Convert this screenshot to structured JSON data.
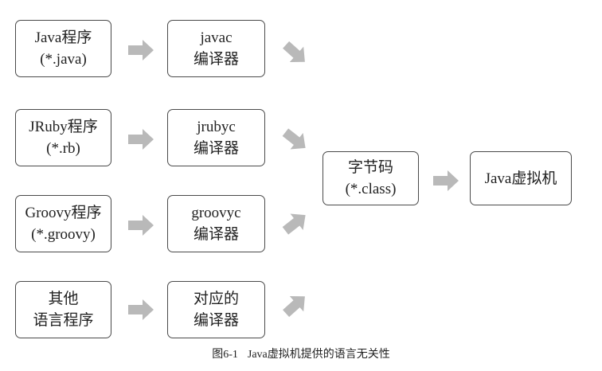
{
  "nodes": {
    "java_source": {
      "line1": "Java程序",
      "line2": "(*.java)"
    },
    "javac": {
      "line1": "javac",
      "line2": "编译器"
    },
    "jruby_source": {
      "line1": "JRuby程序",
      "line2": "(*.rb)"
    },
    "jrubyc": {
      "line1": "jrubyc",
      "line2": "编译器"
    },
    "groovy_source": {
      "line1": "Groovy程序",
      "line2": "(*.groovy)"
    },
    "groovyc": {
      "line1": "groovyc",
      "line2": "编译器"
    },
    "other_source": {
      "line1": "其他",
      "line2": "语言程序"
    },
    "other_compiler": {
      "line1": "对应的",
      "line2": "编译器"
    },
    "bytecode": {
      "line1": "字节码",
      "line2": "(*.class)"
    },
    "jvm": {
      "line1": "Java虚拟机"
    }
  },
  "caption": {
    "number": "图6-1",
    "text": "Java虚拟机提供的语言无关性"
  },
  "colors": {
    "arrow": "#b9b9b9",
    "border": "#4a4a4a",
    "text": "#222222"
  }
}
